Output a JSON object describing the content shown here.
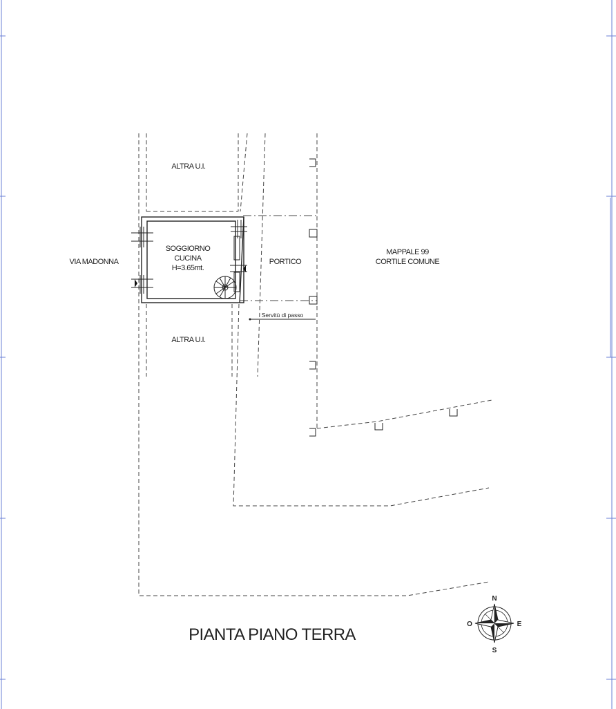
{
  "labels": {
    "altra_ui_top": "ALTRA U.I.",
    "altra_ui_bottom": "ALTRA U.I.",
    "via_madonna": "VIA MADONNA",
    "room_line1": "SOGGIORNO",
    "room_line2": "CUCINA",
    "room_height": "H=3.65mt.",
    "portico": "PORTICO",
    "mappale_line1": "MAPPALE 99",
    "mappale_line2": "CORTILE COMUNE",
    "servitu": "Servitù di passo"
  },
  "title": "PIANTA PIANO TERRA",
  "compass": {
    "north": "N",
    "south": "S",
    "east": "E",
    "west": "O"
  },
  "colors": {
    "line": "#222222",
    "frame": "#6a7fd6"
  }
}
